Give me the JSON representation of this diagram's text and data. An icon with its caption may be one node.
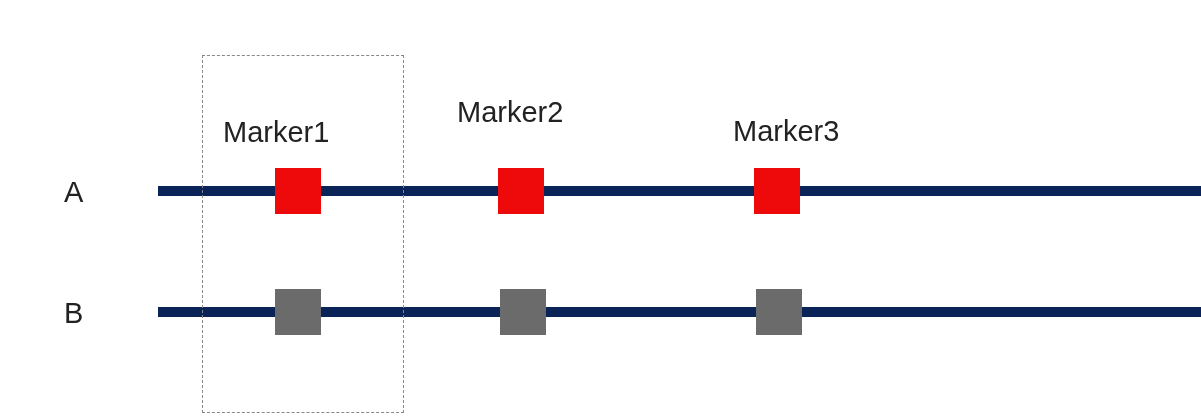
{
  "diagram": {
    "nodes": [
      {
        "text": [
          "Marker1"
        ]
      }
    ],
    "labels": [
      "Marker2",
      "Marker3",
      "A",
      "B"
    ]
  }
}
